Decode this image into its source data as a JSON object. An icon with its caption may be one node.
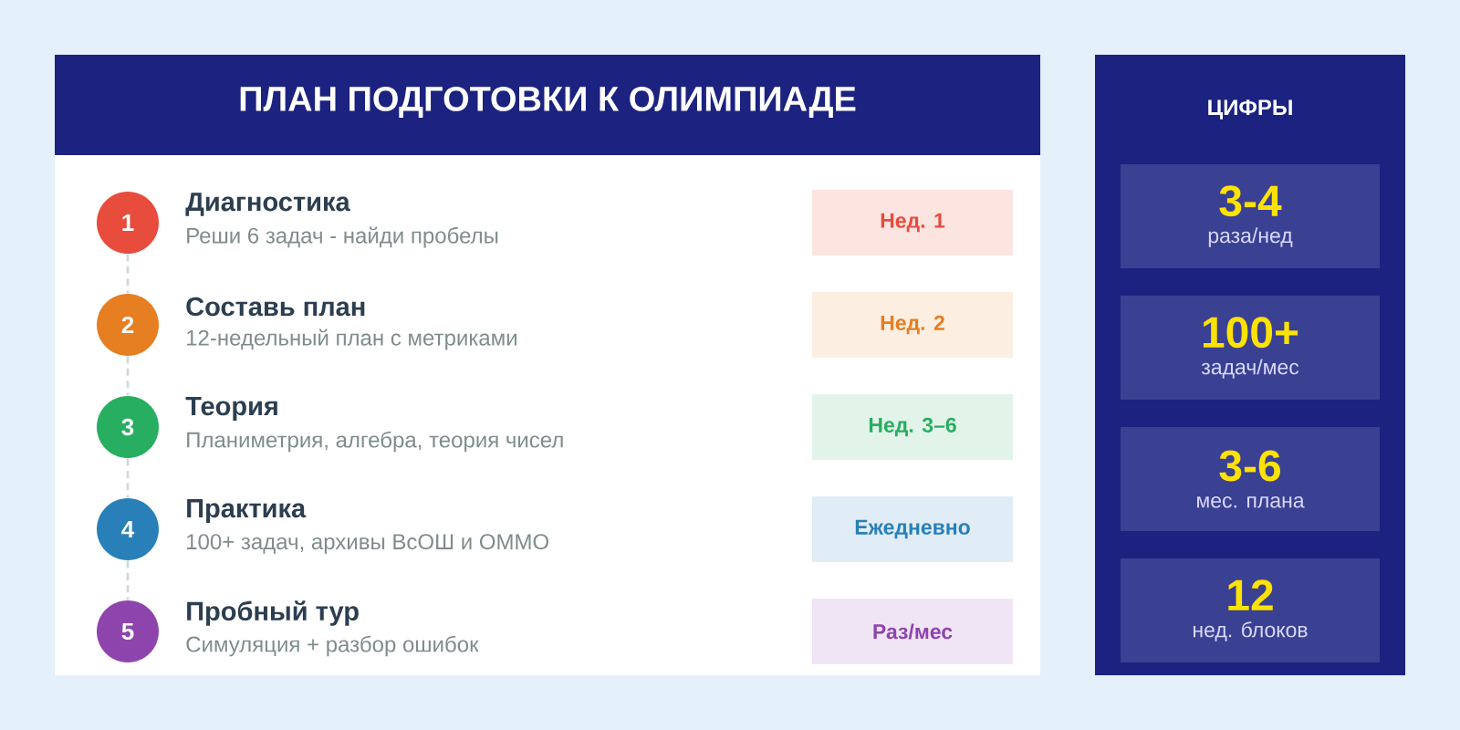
{
  "diagram": {
    "nodes": [
      {
        "text": [
          "ПЛАН ПОДГОТОВКИ К ОЛИМПИАДЕ"
        ]
      },
      {
        "text": [
          "1"
        ],
        "beside": [
          "Диагностика",
          "Реши 6 задач - найди пробелы"
        ],
        "in": 0
      },
      {
        "text": [
          "Нед. 1"
        ],
        "in": 0
      },
      {
        "text": [
          "2"
        ],
        "beside": [
          "Составь план",
          "12-недельный план с метриками"
        ],
        "in": 0
      },
      {
        "text": [
          "Нед. 2"
        ],
        "in": 0
      },
      {
        "text": [
          "3"
        ],
        "beside": [
          "Теория",
          "Планиметрия, алгебра, теория чисел"
        ],
        "in": 0
      },
      {
        "text": [
          "Нед. 3–6"
        ],
        "in": 0
      },
      {
        "text": [
          "4"
        ],
        "beside": [
          "Практика",
          "100+ задач, архивы ВсОШ и ОММО"
        ],
        "in": 0
      },
      {
        "text": [
          "Ежедневно"
        ],
        "in": 0
      },
      {
        "text": [
          "5"
        ],
        "beside": [
          "Пробный тур",
          "Симуляция + разбор ошибок"
        ],
        "in": 0
      },
      {
        "text": [
          "Раз/мес"
        ],
        "in": 0
      },
      {
        "text": [
          "ЦИФРЫ"
        ]
      },
      {
        "text": [
          "3-4",
          "раза/нед"
        ],
        "in": 11
      },
      {
        "text": [
          "100+",
          "задач/мес"
        ],
        "in": 11
      },
      {
        "text": [
          "3-6",
          "мес. плана"
        ],
        "in": 11
      },
      {
        "text": [
          "12",
          "нед. блоков"
        ],
        "in": 11
      }
    ],
    "edges": [
      {
        "from": 1,
        "to": 3,
        "arrow": "none",
        "style": "dashed"
      },
      {
        "from": 3,
        "to": 5,
        "arrow": "none",
        "style": "dashed"
      },
      {
        "from": 5,
        "to": 7,
        "arrow": "none",
        "style": "dashed"
      },
      {
        "from": 7,
        "to": 9,
        "arrow": "none",
        "style": "dashed"
      }
    ]
  }
}
